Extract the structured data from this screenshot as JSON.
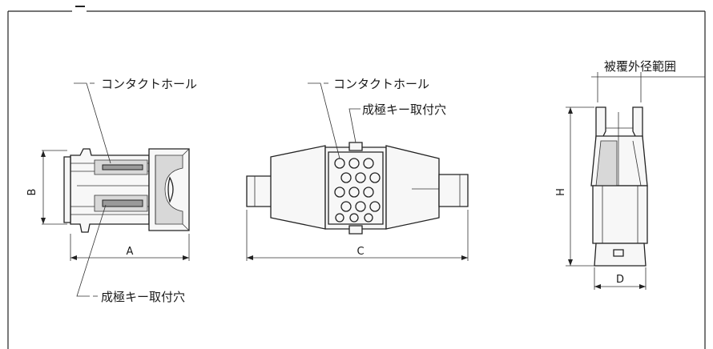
{
  "diagram": {
    "left": {
      "callout_top": "コンタクトホール",
      "callout_bottom": "成極キー取付穴",
      "dim_width": "A",
      "dim_height": "B"
    },
    "middle": {
      "callout_top": "コンタクトホール",
      "callout_second": "成極キー取付穴",
      "dim_length": "C"
    },
    "right": {
      "callout_top": "被覆外径範囲",
      "dim_height": "H",
      "dim_width": "D"
    }
  }
}
